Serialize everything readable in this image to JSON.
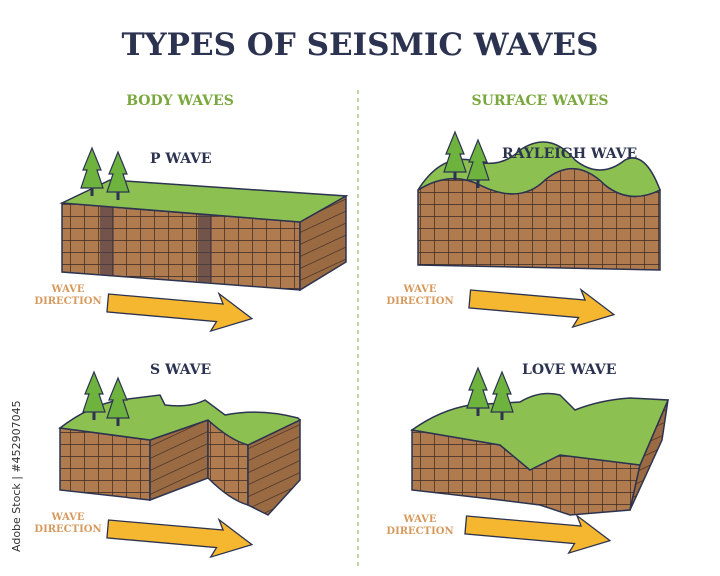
{
  "title": "TYPES OF SEISMIC WAVES",
  "sections": {
    "body": "BODY WAVES",
    "surface": "SURFACE WAVES"
  },
  "waves": [
    {
      "name": "P WAVE",
      "direction": [
        "WAVE",
        "DIRECTION"
      ]
    },
    {
      "name": "RAYLEIGH WAVE",
      "direction": [
        "WAVE",
        "DIRECTION"
      ]
    },
    {
      "name": "S WAVE",
      "direction": [
        "WAVE",
        "DIRECTION"
      ]
    },
    {
      "name": "LOVE WAVE",
      "direction": [
        "WAVE",
        "DIRECTION"
      ]
    }
  ],
  "watermark": "Adobe Stock | #452907045",
  "colors": {
    "title": "#2c3350",
    "section": "#7aa83d",
    "grass": "#8cc152",
    "soil": "#b07c4f",
    "arrow": "#f5b730",
    "direction_label": "#d69a5e"
  }
}
